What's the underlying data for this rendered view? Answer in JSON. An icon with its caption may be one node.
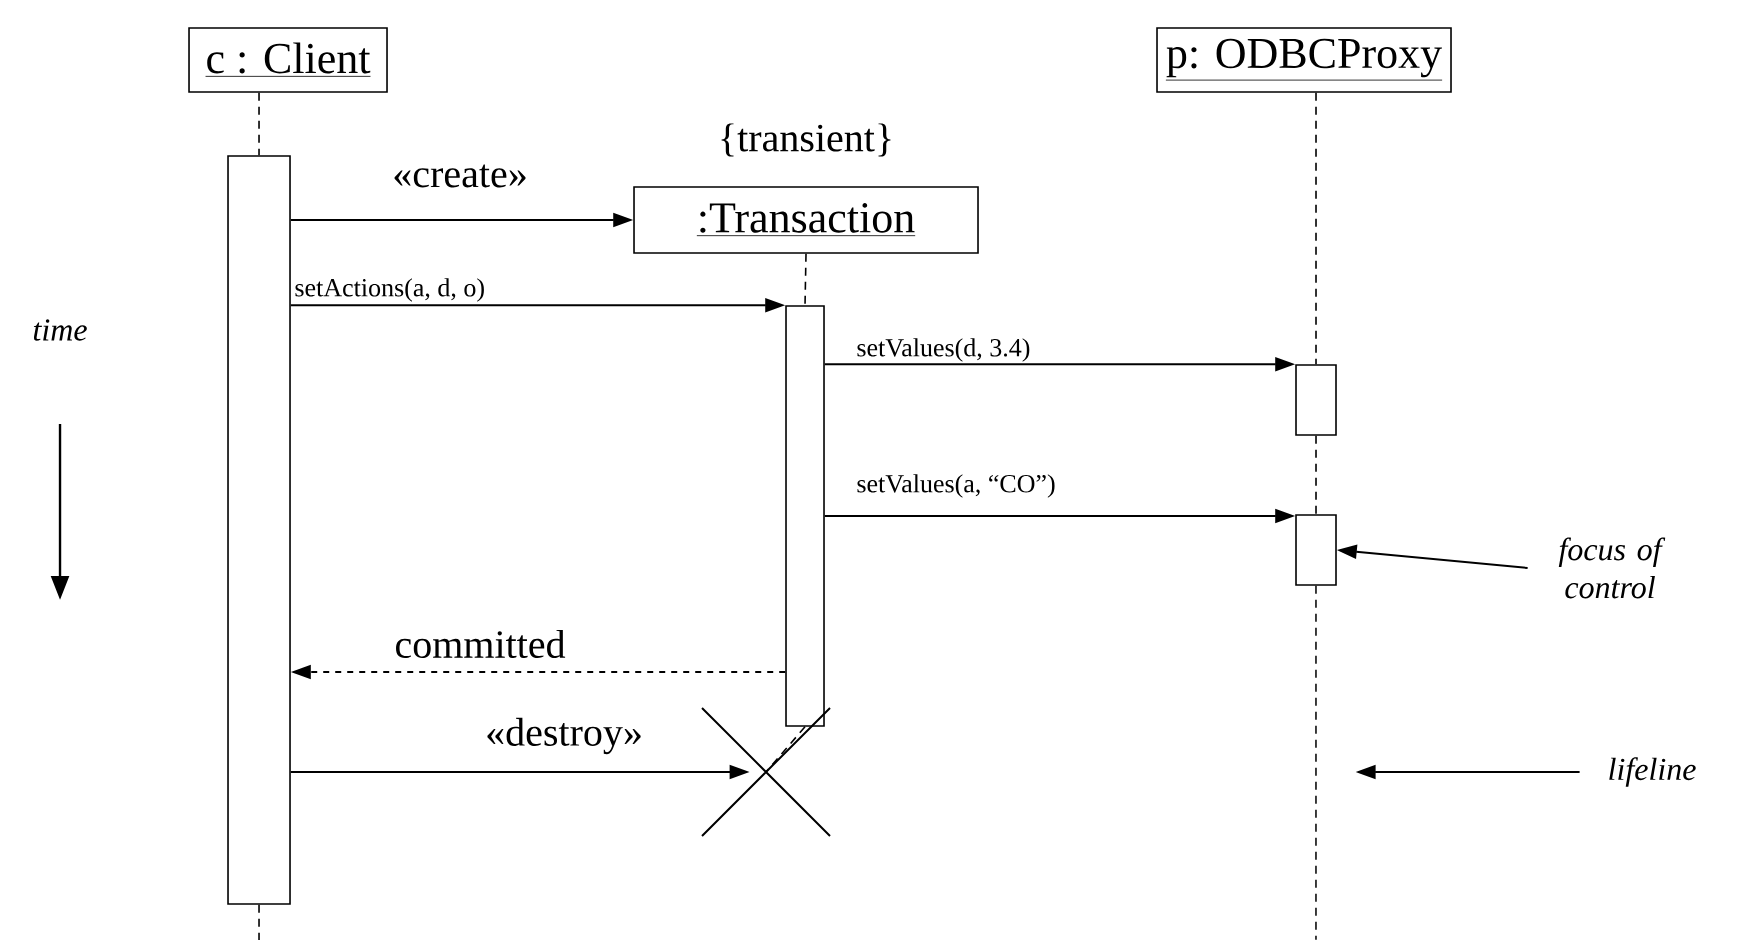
{
  "diagram": {
    "nodes": [
      {
        "text": [
          "c : Client"
        ]
      },
      {
        "text": [
          ":Transaction"
        ],
        "beside": [
          "{transient}"
        ]
      },
      {
        "text": [
          "p: ODBCProxy"
        ]
      },
      {
        "text": [],
        "shape": "bar"
      },
      {
        "text": [],
        "shape": "bar"
      },
      {
        "text": [],
        "shape": "box"
      },
      {
        "text": [],
        "shape": "box"
      },
      {
        "text": [],
        "shape": "cross"
      },
      {
        "text": [
          "focus of control"
        ]
      },
      {
        "text": [
          "lifeline"
        ]
      }
    ],
    "edges": [
      {
        "from": 3,
        "to": 1,
        "arrow": "to",
        "label": "«create»"
      },
      {
        "from": 3,
        "to": 4,
        "arrow": "to",
        "label": "setActions(a, d, o)"
      },
      {
        "from": 4,
        "to": 5,
        "arrow": "to",
        "label": "setValues(d, 3.4)"
      },
      {
        "from": 4,
        "to": 6,
        "arrow": "to",
        "label": "setValues(a, “CO”)"
      },
      {
        "from": 4,
        "to": 3,
        "arrow": "to",
        "label": "committed",
        "style": "dashed"
      },
      {
        "from": 3,
        "to": 7,
        "arrow": "to",
        "label": "«destroy»"
      },
      {
        "from": 8,
        "to": 6,
        "arrow": "to"
      },
      {
        "from": 9,
        "to": null,
        "arrow": "to"
      },
      {
        "from": 0,
        "to": 3,
        "arrow": "none",
        "style": "dashed"
      },
      {
        "from": 3,
        "to": null,
        "arrow": "none",
        "style": "dashed"
      },
      {
        "from": 1,
        "to": 4,
        "arrow": "none",
        "style": "dashed"
      },
      {
        "from": 4,
        "to": 7,
        "arrow": "none",
        "style": "dashed"
      },
      {
        "from": 2,
        "to": 5,
        "arrow": "none",
        "style": "dashed"
      },
      {
        "from": 5,
        "to": 6,
        "arrow": "none",
        "style": "dashed"
      },
      {
        "from": 6,
        "to": null,
        "arrow": "none",
        "style": "dashed"
      }
    ],
    "labels": [
      "time"
    ]
  }
}
